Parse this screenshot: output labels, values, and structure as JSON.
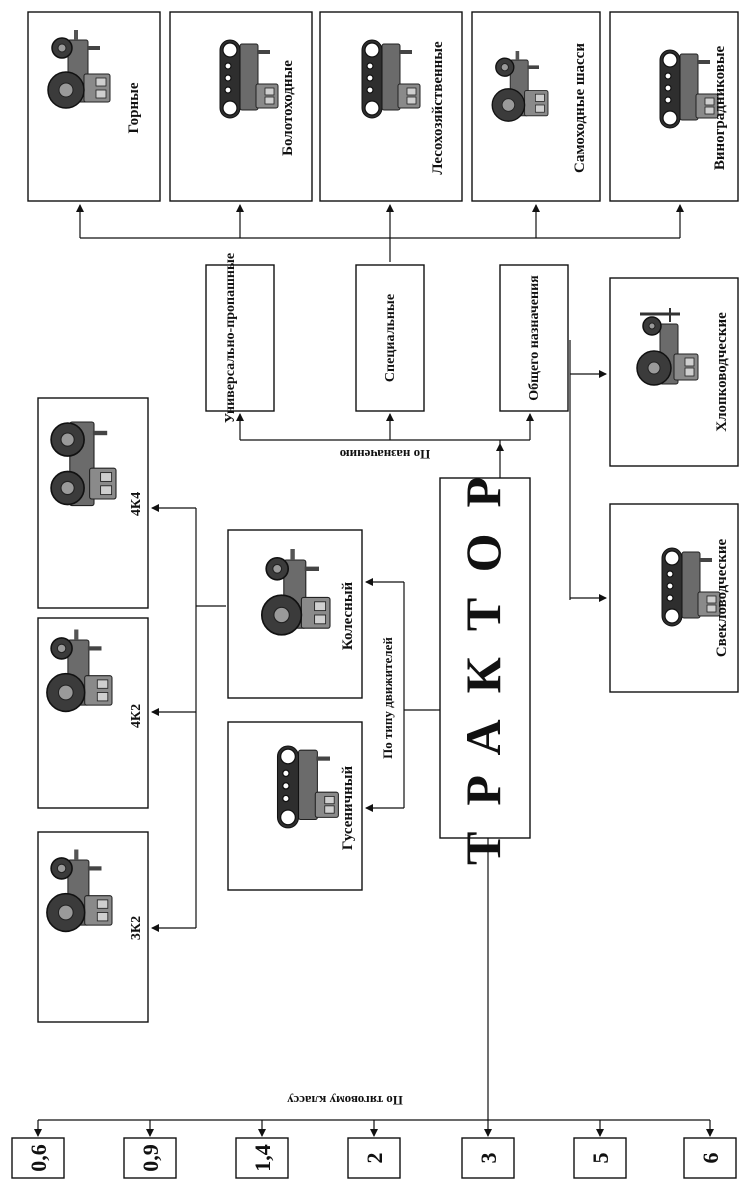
{
  "title": "ТРАКТОР",
  "branches": {
    "purpose": "По назначению",
    "mover": "По типу движителей",
    "traction": "По тяговому классу"
  },
  "purpose_groups": [
    "Универсально-пропашные",
    "Специальные",
    "Общего назначения"
  ],
  "special_types": [
    "Горные",
    "Болотоходные",
    "Лесохозяйственные",
    "Самоходные шасси",
    "Виноградниковые",
    "Хлопководческие",
    "Свекловодческие"
  ],
  "mover_types": [
    "Колесный",
    "Гусеничный"
  ],
  "wheel_formulas": [
    "4К4",
    "4К2",
    "3К2"
  ],
  "traction_classes": [
    "0,6",
    "0,9",
    "1,4",
    "2",
    "3",
    "5",
    "6"
  ],
  "colors": {
    "line": "#111111",
    "box_fill": "#ffffff",
    "tractor_gray": "#6b6b6b"
  },
  "icons": [
    "wheeled-tractor-icon",
    "crawler-tractor-icon"
  ]
}
